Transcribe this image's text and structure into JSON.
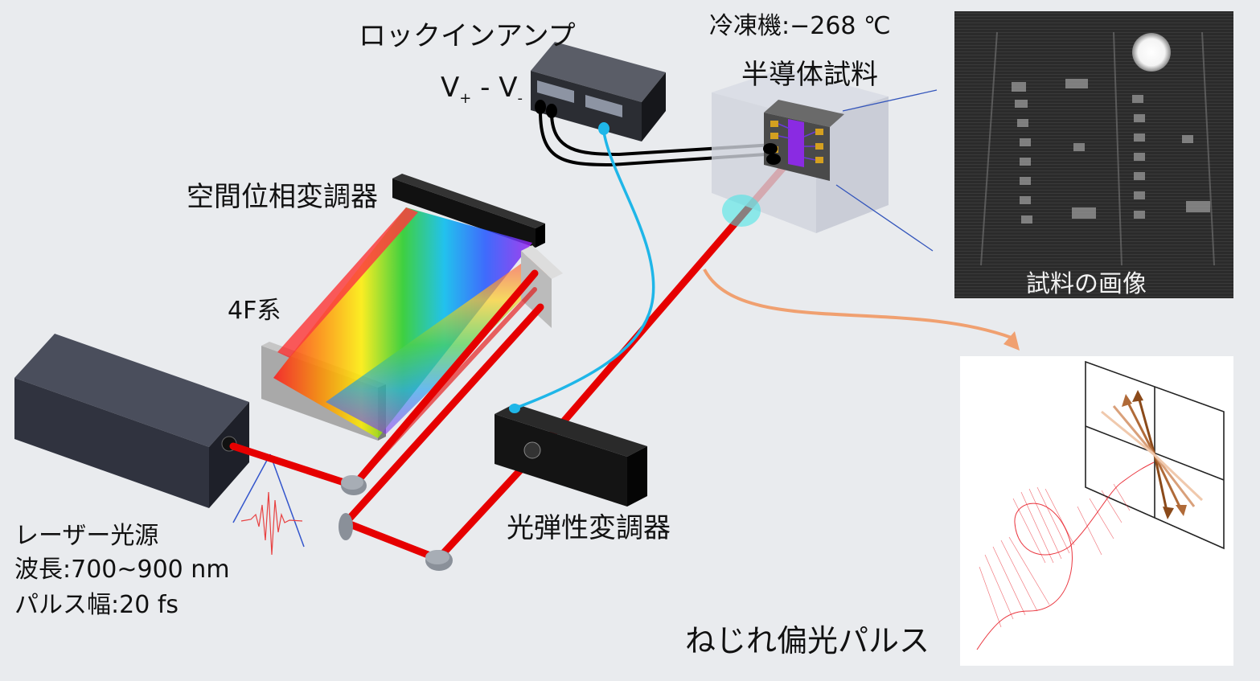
{
  "labels": {
    "lockin_amp": "ロックインアンプ",
    "cryostat": "冷凍機:−268 ℃",
    "semiconductor_sample": "半導体試料",
    "spatial_light_modulator": "空間位相変調器",
    "four_f_system": "4F系",
    "laser_source": "レーザー光源",
    "wavelength": "波長:700~900 nm",
    "pulse_width": "パルス幅:20 fs",
    "photoelastic_modulator": "光弾性変調器",
    "sample_image": "試料の画像",
    "twisted_pulse": "ねじれ偏光パルス"
  },
  "signal": {
    "v_symbol": "V",
    "plus": "+",
    "minus_sep": " - ",
    "minus": "-"
  },
  "colors": {
    "background": "#e9ebee",
    "laser_beam": "#e60000",
    "fiber_cable": "#1fb6e8",
    "arrow_orange": "#f0a070",
    "sample_chip": "#8a2be2",
    "polarization_red": "#e8202a",
    "polarization_brown": "#8b4a1a"
  }
}
